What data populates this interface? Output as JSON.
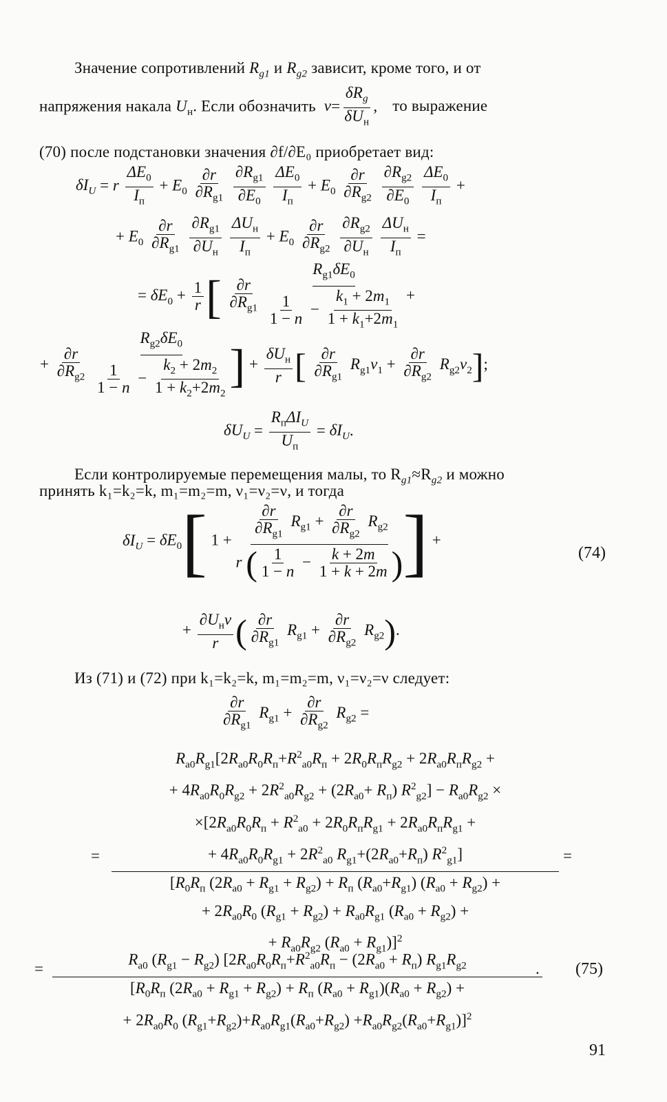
{
  "page": {
    "para1_a": "Значение сопротивлений",
    "para1_b": "и",
    "para1_c": "зависит, кроме того, и от",
    "para2_a": "напряжения накала",
    "para2_b": ". Если обозначить",
    "para2_c": "то выражение",
    "para3": "(70) после подстановки значения ∂f/∂E₀ приобретает вид:",
    "para4_line1": "Если контролируемые перемещения малы, то R",
    "para4_line1b": "≈R",
    "para4_line1c": "и можно",
    "para4_line2": "принять k₁=k₂=k, m₁=m₂=m, ν₁=ν₂=ν, и тогда",
    "para5": "Из (71) и (72) при k₁=k₂=k, m₁=m₂=m, ν₁=ν₂=ν следует:",
    "eq_number_74": "(74)",
    "eq_number_75": "(75)",
    "page_number": "91"
  }
}
